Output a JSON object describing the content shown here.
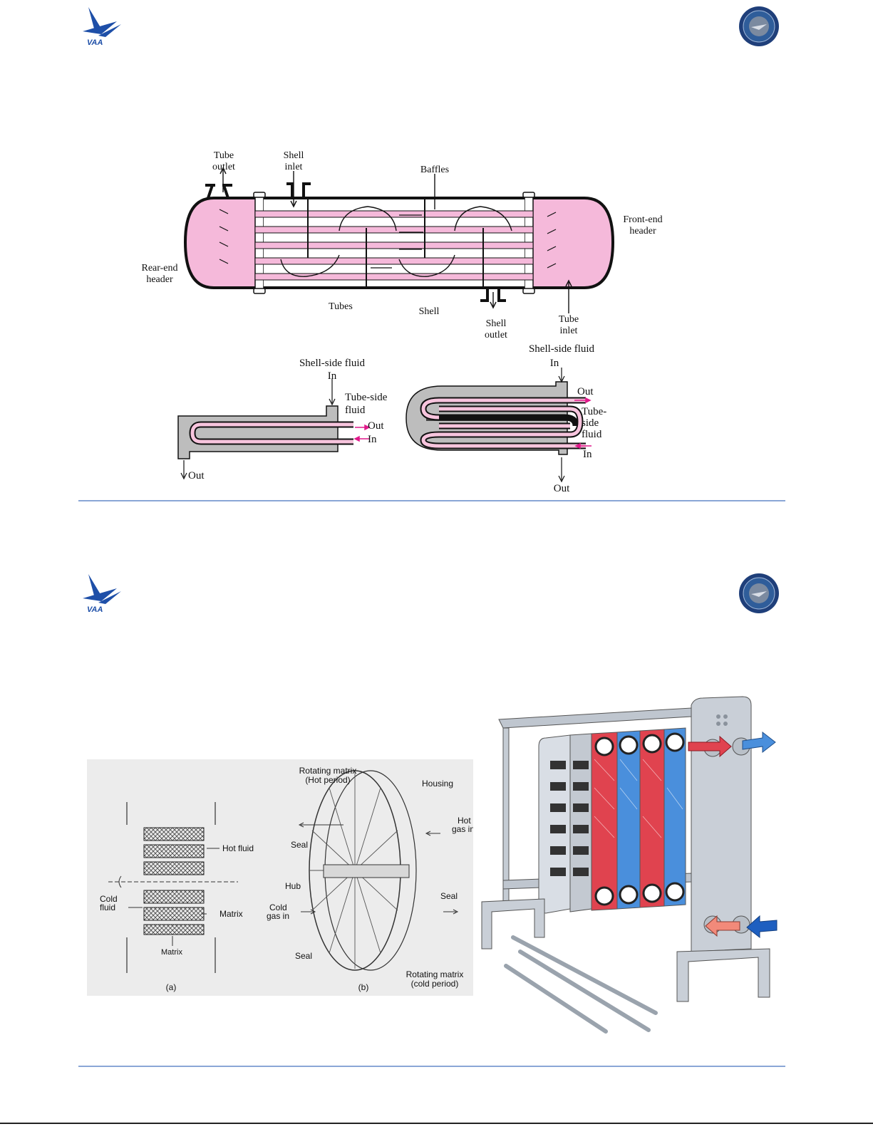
{
  "logos": {
    "left_mark": "VAA"
  },
  "slide1": {
    "main_diagram": {
      "tube_outlet": [
        "Tube",
        "outlet"
      ],
      "shell_inlet": [
        "Shell",
        "inlet"
      ],
      "baffles": "Baffles",
      "front_end_header": [
        "Front-end",
        "header"
      ],
      "rear_end_header": [
        "Rear-end",
        "header"
      ],
      "tubes": "Tubes",
      "shell": "Shell",
      "shell_outlet": [
        "Shell",
        "outlet"
      ],
      "tube_inlet": [
        "Tube",
        "inlet"
      ]
    },
    "hairpin_left": {
      "shell_side_fluid": "Shell-side fluid",
      "in_top": "In",
      "tube_side_fluid": [
        "Tube-side",
        "fluid"
      ],
      "out_right": "Out",
      "in_right": "In",
      "out_bottom": "Out"
    },
    "hairpin_right": {
      "shell_side_fluid": "Shell-side fluid",
      "in_top": "In",
      "out_right": "Out",
      "tube_side_fluid": [
        "Tube-",
        "side",
        "fluid"
      ],
      "in_right": "In",
      "out_bottom": "Out"
    }
  },
  "slide2": {
    "regenerator": {
      "rotating_matrix_hot": [
        "Rotating matrix",
        "(Hot period)"
      ],
      "housing": "Housing",
      "hot_gas_in": [
        "Hot",
        "gas in"
      ],
      "hot_fluid": "Hot fluid",
      "seal_top": "Seal",
      "hub": "Hub",
      "seal_right": "Seal",
      "cold_fluid": [
        "Cold",
        "fluid"
      ],
      "matrix_right": "Matrix",
      "cold_gas_in": [
        "Cold",
        "gas in"
      ],
      "matrix_bottom": "Matrix",
      "seal_bottom": "Seal",
      "rotating_matrix_cold": [
        "Rotating matrix",
        "(cold period)"
      ],
      "caption_a": "(a)",
      "caption_b": "(b)"
    }
  },
  "colors": {
    "shell_fill": "#f5b9da",
    "hairpin_gray": "#bdbdbd",
    "tube_pink": "#f7c4dd",
    "arrow_magenta": "#e0188a",
    "rule_blue": "#8aa6d6",
    "hot_red": "#e0434f",
    "cold_blue": "#4a8fdc"
  }
}
